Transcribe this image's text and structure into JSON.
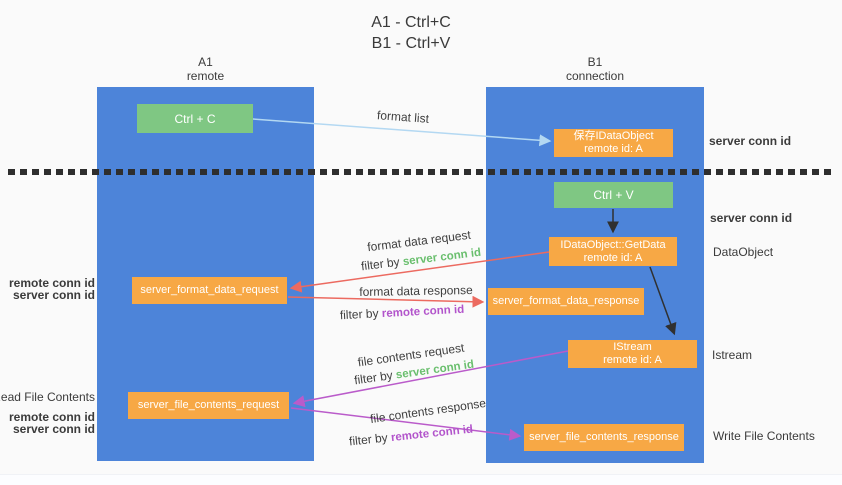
{
  "title": {
    "line1": "A1 - Ctrl+C",
    "line2": "B1 - Ctrl+V"
  },
  "columns": [
    {
      "label": "A1",
      "sublabel": "remote"
    },
    {
      "label": "B1",
      "sublabel": "connection"
    }
  ],
  "nodes": {
    "ctrl_c": "Ctrl + C",
    "ctrl_v": "Ctrl + V",
    "save_idataobject": {
      "line1": "保存IDataObject",
      "line2": "remote id: A"
    },
    "idataobject_getdata": {
      "line1": "IDataObject::GetData",
      "line2": "remote id: A"
    },
    "istream": {
      "line1": "IStream",
      "line2": "remote id: A"
    },
    "server_format_data_request": "server_format_data_request",
    "server_format_data_response": "server_format_data_response",
    "server_file_contents_request": "server_file_contents_request",
    "server_file_contents_response": "server_file_contents_response"
  },
  "labels": {
    "format_list": "format list",
    "format_data_request": "format data request",
    "format_data_response": "format data response",
    "file_contents_request": "file contents request",
    "file_contents_response": "file contents response",
    "filter_by": "filter by ",
    "server_conn_id": "server conn id",
    "remote_conn_id": "remote conn id",
    "dataobject": "DataObject",
    "istream": "Istream",
    "read_file_contents": "Read File Contents",
    "write_file_contents": "Write File Contents"
  },
  "colors": {
    "lane_blue": "#4d84d9",
    "box_green": "#7fc783",
    "box_orange": "#f7a845",
    "arrow_light_blue": "#b3d8f2",
    "arrow_red": "#ec6a60",
    "arrow_purple": "#ba5bca",
    "arrow_black": "#303030",
    "label_green": "#6abf6e",
    "label_purple": "#b254cb",
    "text_dark": "#3b3b3b"
  }
}
